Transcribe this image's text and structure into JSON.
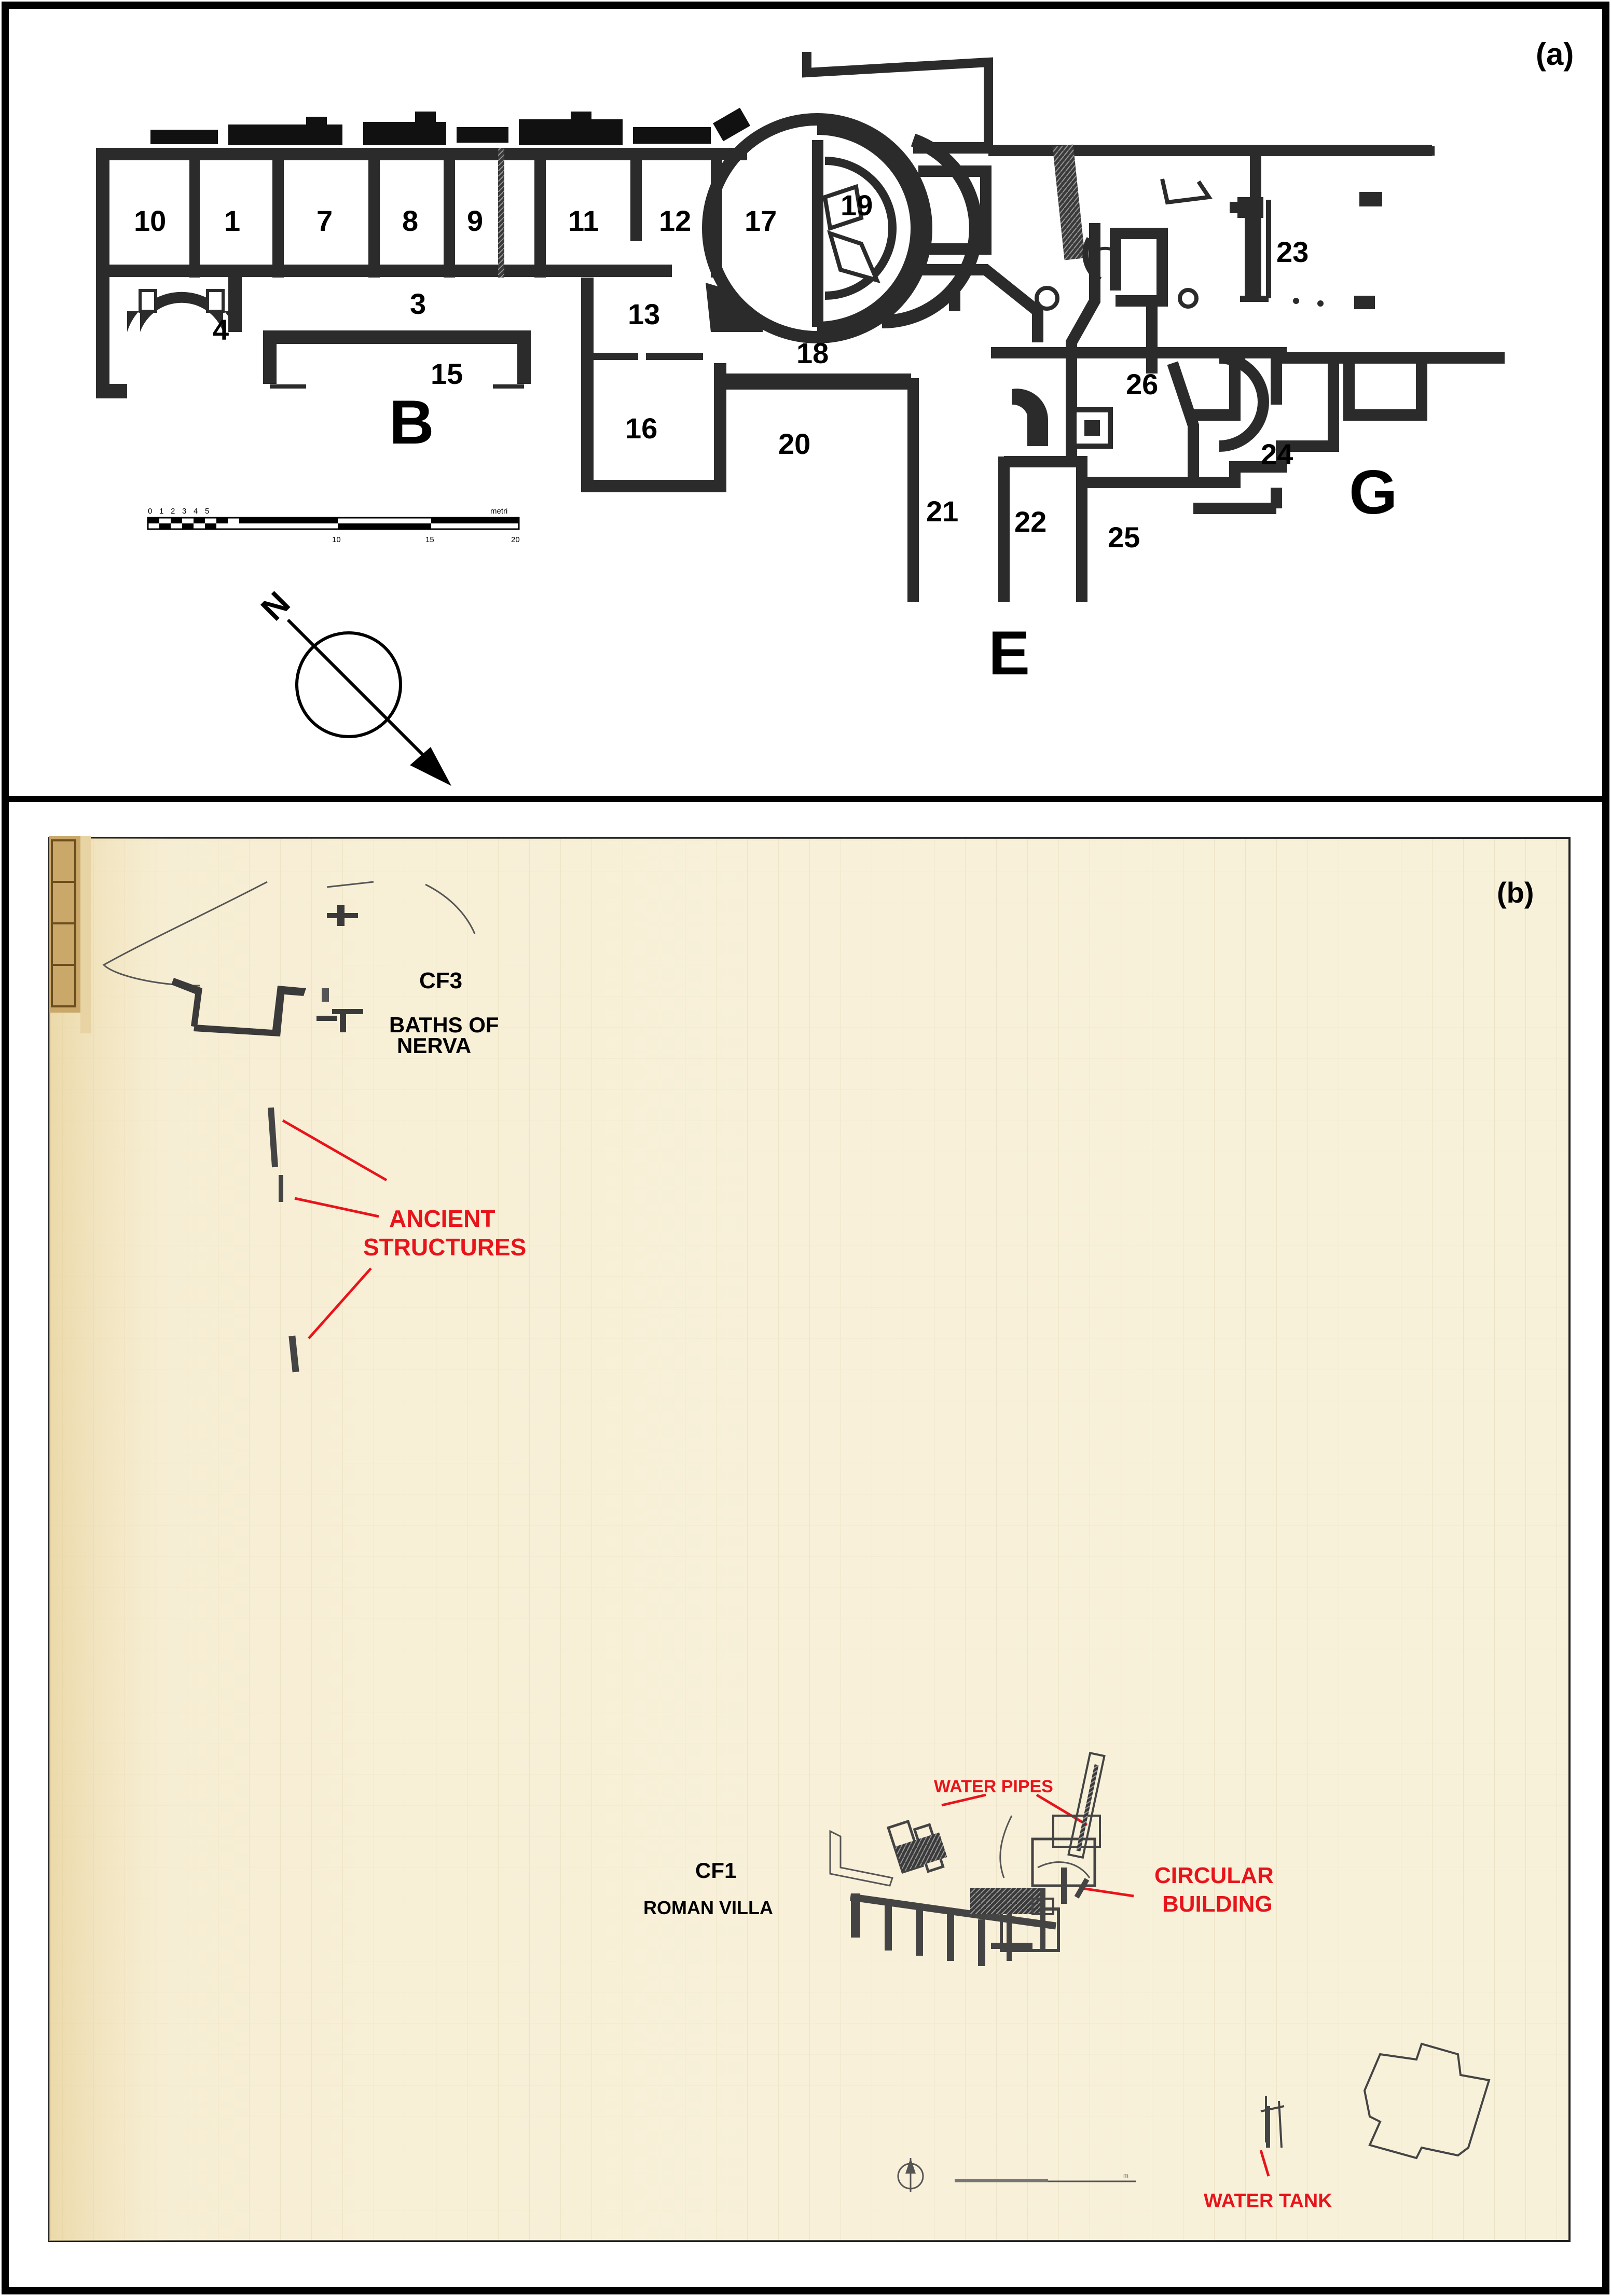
{
  "panel_a": {
    "tag": "(a)",
    "rooms": [
      "10",
      "1",
      "7",
      "8",
      "9",
      "11",
      "12",
      "17",
      "19",
      "23",
      "4",
      "3",
      "13",
      "18",
      "15",
      "26",
      "16",
      "20",
      "24",
      "21",
      "22",
      "25"
    ],
    "zones": [
      "B",
      "E",
      "G"
    ],
    "scale": {
      "unit": "metri",
      "ticks": [
        "0",
        "1",
        "2",
        "3",
        "4",
        "5",
        "10",
        "15",
        "20"
      ]
    },
    "north": "N"
  },
  "panel_b": {
    "tag": "(b)",
    "sites": {
      "cf3_code": "CF3",
      "cf3_line1": "BATHS OF",
      "cf3_line2": "NERVA",
      "cf1_code": "CF1",
      "cf1_name": "ROMAN VILLA"
    },
    "annotations": {
      "ancient_1": "ANCIENT",
      "ancient_2": "STRUCTURES",
      "water_pipes": "WATER PIPES",
      "circular_1": "CIRCULAR",
      "circular_2": "BUILDING",
      "water_tank": "WATER TANK"
    },
    "scale_unit": "m",
    "colors": {
      "annotation": "#e8141b",
      "paper": "#f7f0d8",
      "wall": "#2a2a2a"
    }
  }
}
